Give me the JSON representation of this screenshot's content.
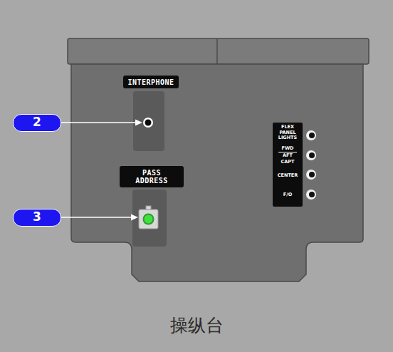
{
  "diagram": {
    "caption": "操纵台",
    "nodes": [
      {
        "text": [
          "INTERPHONE"
        ]
      },
      {
        "text": [
          "PASS ADDRESS"
        ]
      },
      {
        "text": [
          "FLEX PANEL LIGHTS",
          "FWD",
          "AFT",
          "CAPT",
          "CENTER",
          "F/O"
        ]
      },
      {
        "text": [
          "2"
        ]
      },
      {
        "text": [
          "3"
        ]
      }
    ]
  }
}
